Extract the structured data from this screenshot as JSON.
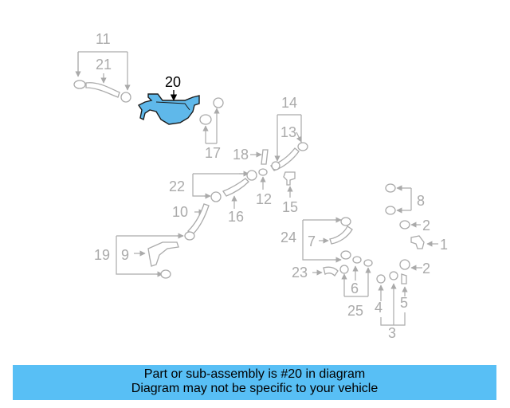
{
  "callouts": {
    "c1": "1",
    "c2a": "2",
    "c2b": "2",
    "c3": "3",
    "c4": "4",
    "c5": "5",
    "c6": "6",
    "c7": "7",
    "c8": "8",
    "c9": "9",
    "c10": "10",
    "c11": "11",
    "c12": "12",
    "c13": "13",
    "c14": "14",
    "c15": "15",
    "c16": "16",
    "c17": "17",
    "c18": "18",
    "c19": "19",
    "c20": "20",
    "c21": "21",
    "c22": "22",
    "c23": "23",
    "c24": "24",
    "c25": "25"
  },
  "banner": {
    "line1": "Part or sub-assembly is #20 in diagram",
    "line2": "Diagram may not be specific to your vehicle"
  },
  "colors": {
    "highlight": "#5fb8ea",
    "banner": "#58bff5",
    "callout": "#aaaaaa"
  }
}
